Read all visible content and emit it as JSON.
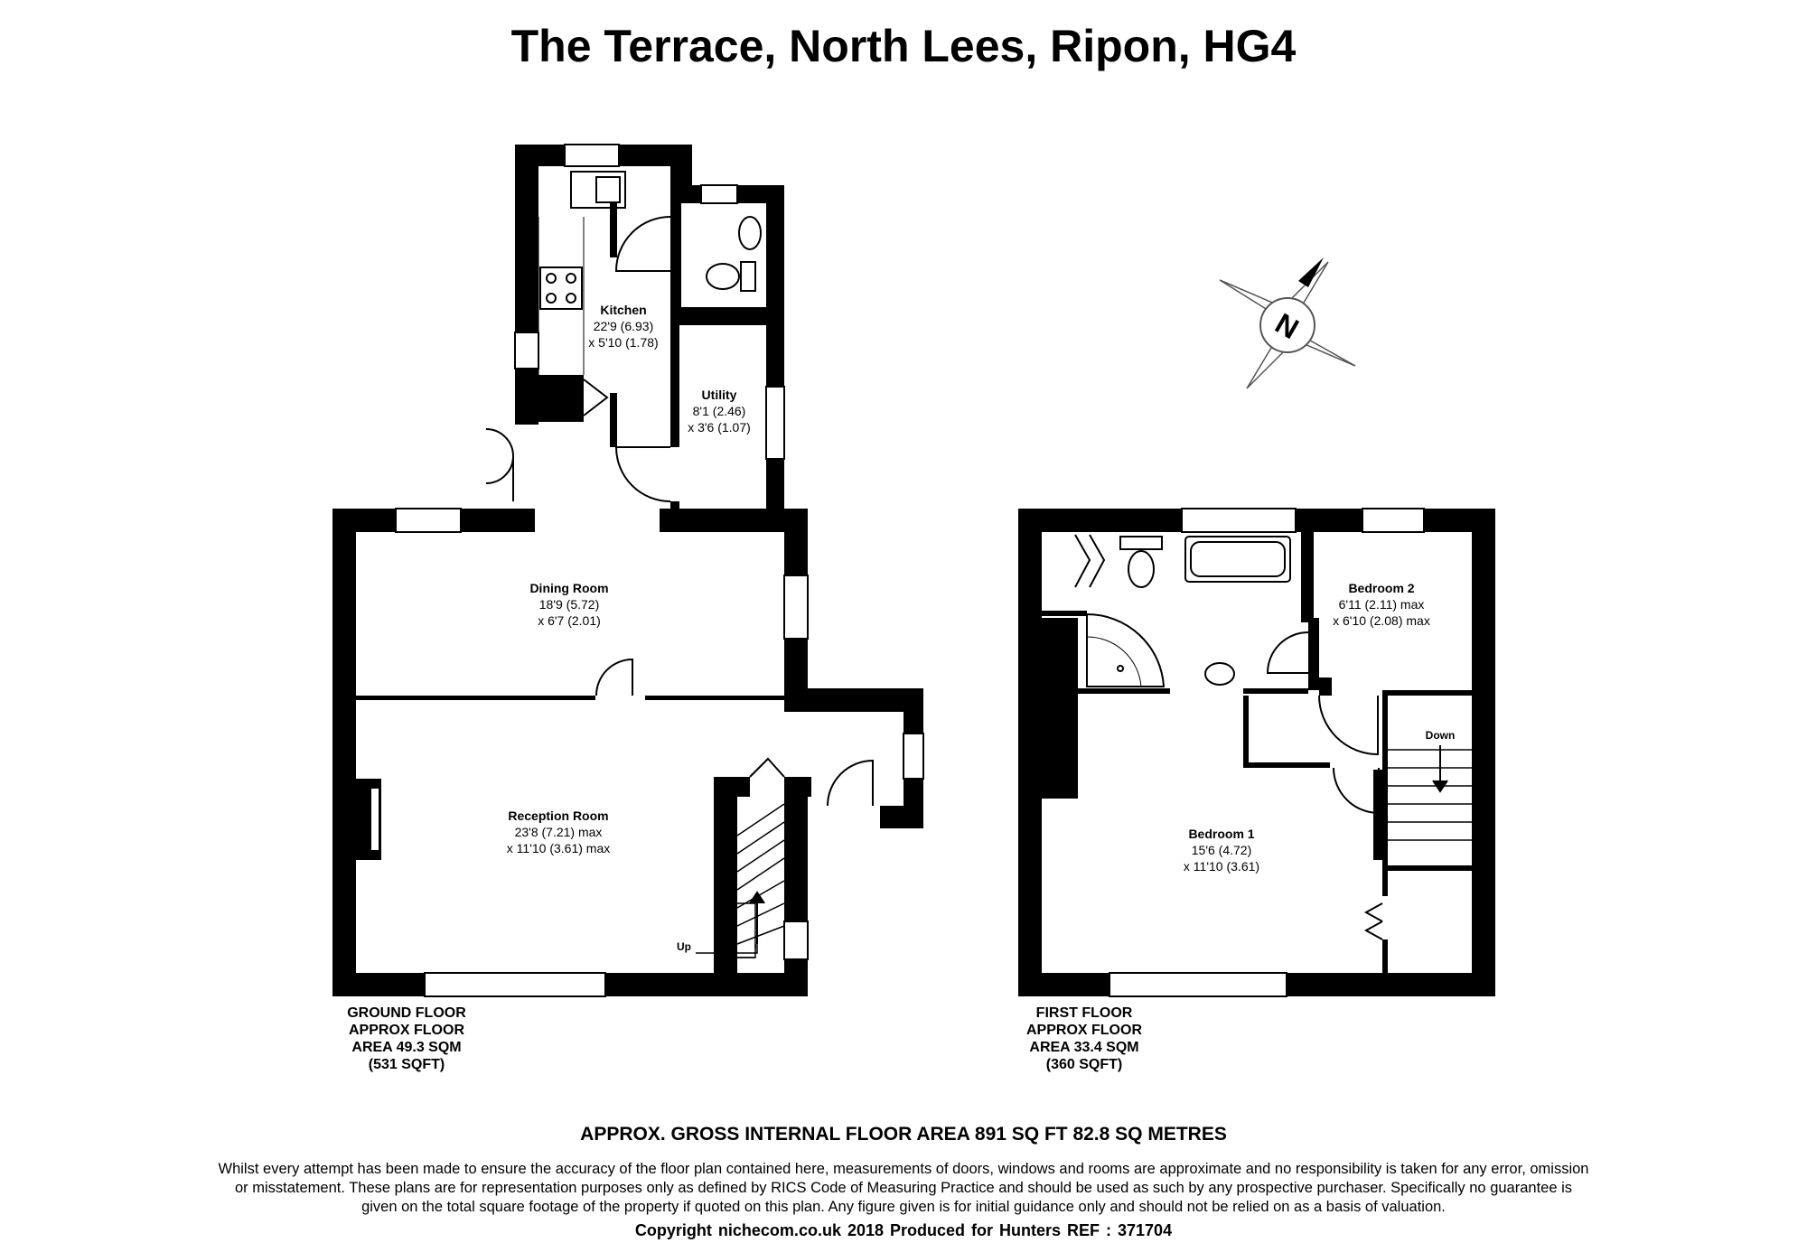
{
  "title": "The Terrace, North Lees, Ripon, HG4",
  "compass": {
    "letter": "N"
  },
  "rooms": {
    "kitchen": {
      "name": "Kitchen",
      "dim1": "22'9 (6.93)",
      "dim2": "x 5'10 (1.78)"
    },
    "utility": {
      "name": "Utility",
      "dim1": "8'1 (2.46)",
      "dim2": "x 3'6 (1.07)"
    },
    "dining": {
      "name": "Dining Room",
      "dim1": "18'9 (5.72)",
      "dim2": "x 6'7 (2.01)"
    },
    "reception": {
      "name": "Reception Room",
      "dim1": "23'8 (7.21) max",
      "dim2": "x 11'10 (3.61) max"
    },
    "bedroom2": {
      "name": "Bedroom 2",
      "dim1": "6'11 (2.11) max",
      "dim2": "x 6'10 (2.08) max"
    },
    "bedroom1": {
      "name": "Bedroom 1",
      "dim1": "15'6 (4.72)",
      "dim2": "x 11'10 (3.61)"
    }
  },
  "stairs": {
    "up": "Up",
    "down": "Down"
  },
  "floors": {
    "ground": "GROUND FLOOR\nAPPROX FLOOR\nAREA 49.3 SQM\n(531 SQFT)",
    "first": "FIRST FLOOR\nAPPROX FLOOR\nAREA 33.4 SQM\n(360 SQFT)"
  },
  "gross_area": "APPROX. GROSS INTERNAL FLOOR AREA 891 SQ FT 82.8 SQ METRES",
  "disclaimer": "Whilst every attempt has been made to ensure the accuracy of the floor plan contained here, measurements of doors, windows and rooms are approximate and no responsibility is taken for any error, omission or misstatement. These plans are for representation purposes only as defined by RICS Code of Measuring Practice and should be used as such by any prospective purchaser. Specifically no guarantee is given on the total square footage of the property if quoted on this plan. Any figure given is for initial guidance only and should not be relied on as a basis of valuation.",
  "copyright": "Copyright nichecom.co.uk 2018   Produced for Hunters   REF : 371704"
}
